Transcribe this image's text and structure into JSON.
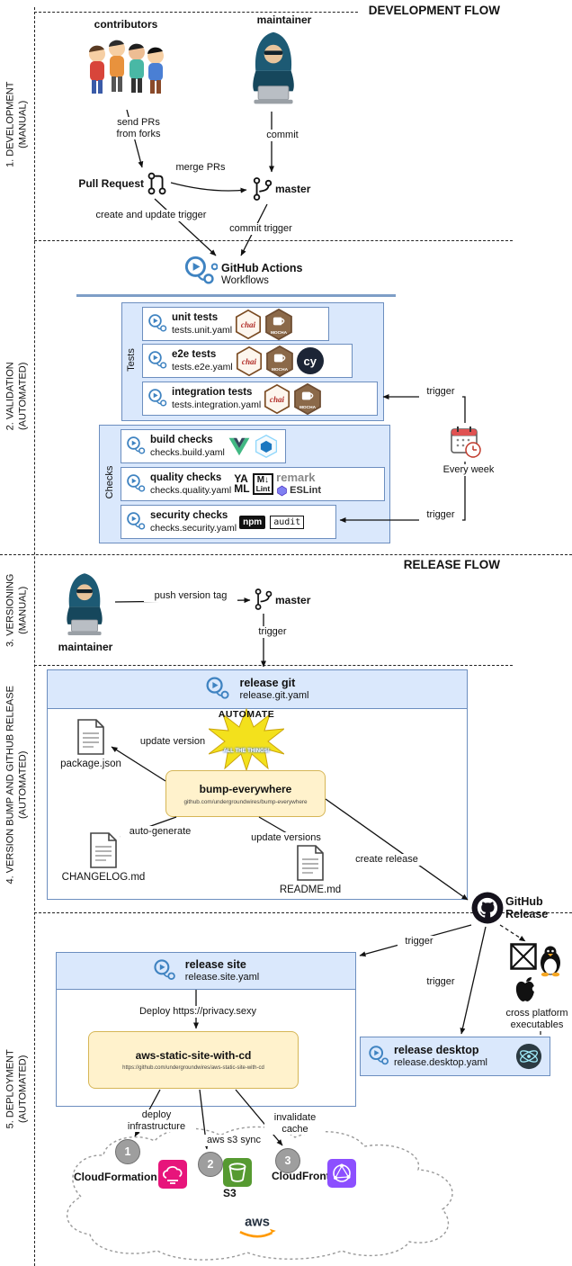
{
  "banners": {
    "development_flow": "DEVELOPMENT FLOW",
    "release_flow": "RELEASE FLOW"
  },
  "side_labels": {
    "s1": {
      "line1": "1. DEVELOPMENT",
      "line2": "(MANUAL)"
    },
    "s2": {
      "line1": "2. VALIDATION",
      "line2": "(AUTOMATED)"
    },
    "s3": {
      "line1": "3. VERSIONING",
      "line2": "(MANUAL)"
    },
    "s4": {
      "line1": "4. VERSION BUMP AND GITHUB RELEASE",
      "line2": "(AUTOMATED)"
    },
    "s5": {
      "line1": "5. DEPLOYMENT",
      "line2": "(AUTOMATED)"
    }
  },
  "actors": {
    "contributors": "contributors",
    "maintainer_dev": "maintainer",
    "maintainer_release": "maintainer"
  },
  "nodes": {
    "pull_request": "Pull Request",
    "master_dev": "master",
    "master_release": "master",
    "github_actions": {
      "title": "GitHub Actions",
      "subtitle": "Workflows"
    },
    "tests_group": "Tests",
    "checks_group": "Checks",
    "unit_tests": {
      "title": "unit tests",
      "file": "tests.unit.yaml"
    },
    "e2e_tests": {
      "title": "e2e tests",
      "file": "tests.e2e.yaml"
    },
    "integration_tests": {
      "title": "integration tests",
      "file": "tests.integration.yaml"
    },
    "build_checks": {
      "title": "build checks",
      "file": "checks.build.yaml"
    },
    "quality_checks": {
      "title": "quality checks",
      "file": "checks.quality.yaml"
    },
    "security_checks": {
      "title": "security checks",
      "file": "checks.security.yaml"
    },
    "every_week": "Every week",
    "release_git": {
      "title": "release git",
      "file": "release.git.yaml"
    },
    "meme": {
      "top": "AUTOMATE",
      "bottom": "ALL THE THINGS!"
    },
    "bump_everywhere": {
      "title": "bump-everywhere",
      "url": "github.com/undergroundwires/bump-everywhere"
    },
    "package_json": "package.json",
    "changelog": "CHANGELOG.md",
    "readme": "README.md",
    "github_release": {
      "line1": "GitHub",
      "line2": "Release"
    },
    "release_site": {
      "title": "release site",
      "file": "release.site.yaml"
    },
    "aws_static_site": {
      "title": "aws-static-site-with-cd",
      "url": "https://github.com/undergroundwires/aws-static-site-with-cd"
    },
    "release_desktop": {
      "title": "release desktop",
      "file": "release.desktop.yaml"
    },
    "cross_platform": {
      "line1": "cross platform",
      "line2": "executables"
    },
    "steps": {
      "one": "1",
      "two": "2",
      "three": "3"
    },
    "cloudformation": "CloudFormation",
    "s3": "S3",
    "cloudfront": "CloudFront",
    "aws_logo": "aws"
  },
  "edges": {
    "send_prs_line1": "send PRs",
    "send_prs_line2": "from forks",
    "commit": "commit",
    "merge_prs": "merge PRs",
    "create_update_trigger": "create and update trigger",
    "commit_trigger": "commit trigger",
    "trigger_integration": "trigger",
    "trigger_security": "trigger",
    "push_version_tag": "push version tag",
    "trigger_release_git": "trigger",
    "update_version": "update version",
    "auto_generate": "auto-generate",
    "update_versions": "update versions",
    "create_release": "create release",
    "trigger_site": "trigger",
    "trigger_desktop": "trigger",
    "deploy_site": "Deploy https://privacy.sexy",
    "deploy_infrastructure_line1": "deploy",
    "deploy_infrastructure_line2": "infrastructure",
    "aws_s3_sync": "aws s3 sync",
    "invalidate_cache_line1": "invalidate",
    "invalidate_cache_line2": "cache"
  },
  "tools": {
    "chai": "chai",
    "mocha": "MOCHA",
    "cypress": "cy",
    "yaml_line1": "YA",
    "yaml_line2": "ML",
    "mdlint_line1": "M↓",
    "mdlint_line2": "Lint",
    "remark": "remark",
    "eslint": "ESLint",
    "npm": "npm",
    "npm_audit": "audit"
  },
  "colors": {
    "box_border": "#6c8ebf",
    "box_fill": "#dae8fc",
    "yellow_fill": "#fff2cc",
    "yellow_border": "#d6b656",
    "actions_blue": "#3f83c1",
    "cloudformation": "#e7157b",
    "s3": "#569a31",
    "cloudfront": "#8c4fff",
    "aws_orange": "#ff9900"
  }
}
